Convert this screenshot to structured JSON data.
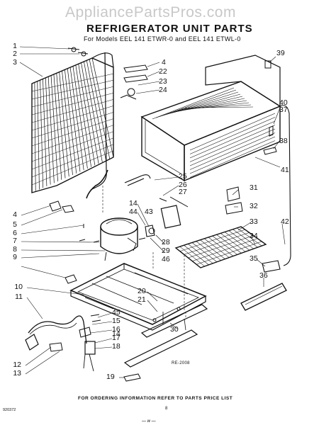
{
  "watermark": "AppliancePartsPros.com",
  "title": "REFRIGERATOR UNIT PARTS",
  "subtitle": "For Models EEL 141 ETWR-0 and EEL 141 ETWL-0",
  "drawing_code": "RE-2008",
  "footer_note": "FOR ORDERING INFORMATION REFER TO PARTS PRICE LIST",
  "page_number": "8",
  "catalog_number": "920372",
  "continued_mark": "— w —",
  "callouts": {
    "c1": "1",
    "c2": "2",
    "c3": "3",
    "c4a": "4",
    "c22": "22",
    "c23": "23",
    "c24": "24",
    "c39": "39",
    "c40": "40",
    "c37": "37",
    "c38": "38",
    "c41": "41",
    "c25": "25",
    "c26": "26",
    "c27": "27",
    "c14": "14",
    "c44": "44",
    "c43": "43",
    "c31": "31",
    "c32": "32",
    "c33": "33",
    "c34": "34",
    "c42": "42",
    "c4b": "4",
    "c5": "5",
    "c6": "6",
    "c7": "7",
    "c8": "8",
    "c9": "9",
    "c28": "28",
    "c29": "29",
    "c46": "46",
    "c35": "35",
    "c36": "36",
    "c10": "10",
    "c11": "11",
    "c20": "20",
    "c21": "21",
    "c45": "45",
    "c15": "15",
    "c16": "16",
    "c17": "17",
    "c18": "18",
    "c30": "30",
    "c12": "12",
    "c13": "13",
    "c19": "19"
  }
}
